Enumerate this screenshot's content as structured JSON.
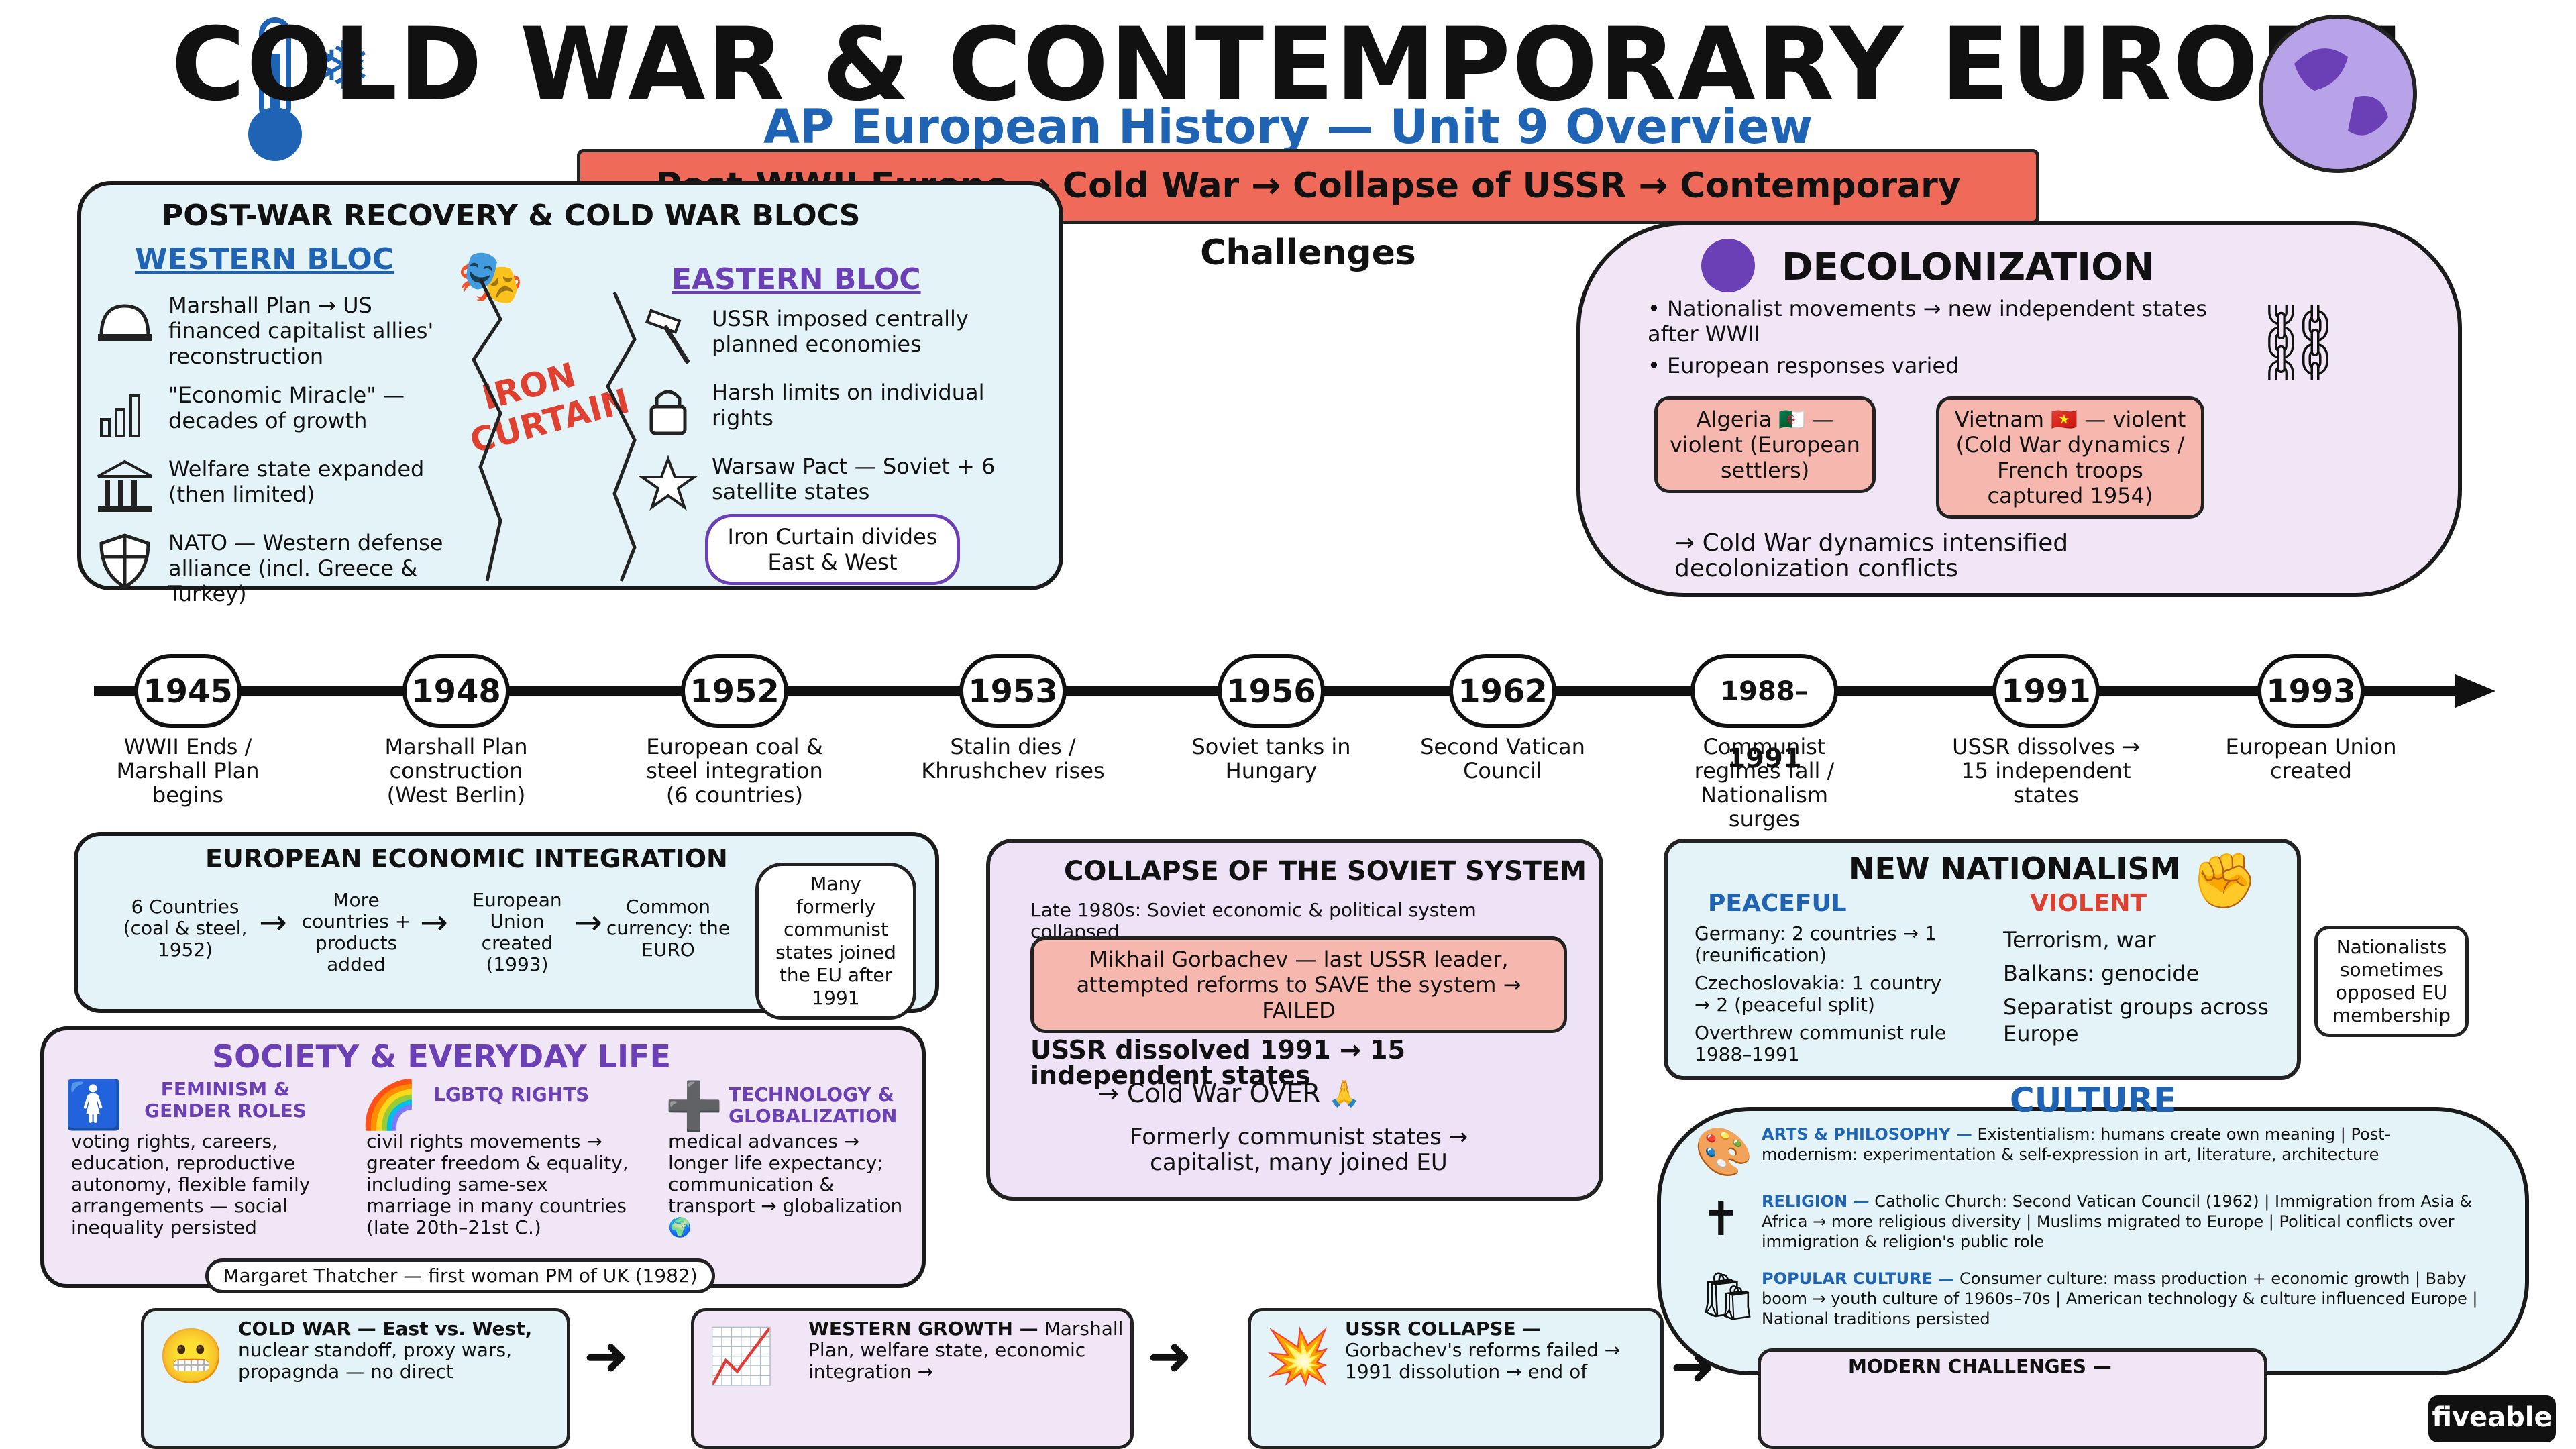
{
  "header": {
    "title": "COLD WAR & CONTEMPORARY EUROPE",
    "subtitle": "AP European History — Unit 9 Overview",
    "banner": "Post-WWII Europe → Cold War → Collapse of USSR → Contemporary Challenges"
  },
  "postwar": {
    "heading": "POST-WAR RECOVERY & COLD WAR BLOCS",
    "western_heading": "WESTERN BLOC",
    "eastern_heading": "EASTERN BLOC",
    "iron_curtain": "IRON CURTAIN",
    "western": [
      {
        "icon": "helmet-icon",
        "text": "Marshall Plan → US financed capitalist allies' reconstruction"
      },
      {
        "icon": "bar-chart-icon",
        "text": "\"Economic Miracle\" — decades of growth"
      },
      {
        "icon": "building-icon",
        "text": "Welfare state expanded (then limited)"
      },
      {
        "icon": "shield-icon",
        "text": "NATO — Western defense alliance (incl. Greece & Turkey)"
      }
    ],
    "eastern": [
      {
        "icon": "hammer-icon",
        "text": "USSR imposed centrally planned economies"
      },
      {
        "icon": "lock-icon",
        "text": "Harsh limits on individual rights"
      },
      {
        "icon": "star-icon",
        "text": "Warsaw Pact — Soviet + 6 satellite states"
      }
    ],
    "callout": "Iron Curtain divides East & West"
  },
  "decolonization": {
    "heading": "DECOLONIZATION",
    "bullets": [
      "Nationalist movements → new independent states after WWII",
      "European responses varied"
    ],
    "algeria": "Algeria 🇩🇿 — violent (European settlers)",
    "vietnam": "Vietnam 🇻🇳 — violent (Cold War dynamics / French troops captured 1954)",
    "footer": "→ Cold War dynamics intensified decolonization conflicts"
  },
  "timeline": [
    {
      "year": "1945",
      "label": "WWII Ends / Marshall Plan begins"
    },
    {
      "year": "1948",
      "label": "Marshall Plan construction (West Berlin)"
    },
    {
      "year": "1952",
      "label": "European coal & steel integration (6 countries)"
    },
    {
      "year": "1953",
      "label": "Stalin dies / Khrushchev rises"
    },
    {
      "year": "1956",
      "label": "Soviet tanks in Hungary"
    },
    {
      "year": "1962",
      "label": "Second Vatican Council"
    },
    {
      "year": "1988–1991",
      "label": "Communist regimes fall / Nationalism surges"
    },
    {
      "year": "1991",
      "label": "USSR dissolves → 15 independent states"
    },
    {
      "year": "1993",
      "label": "European Union created"
    }
  ],
  "econ": {
    "heading": "EUROPEAN ECONOMIC INTEGRATION",
    "steps": [
      "6 Countries (coal & steel, 1952)",
      "More countries + products added",
      "European Union created (1993)",
      "Common currency: the EURO"
    ],
    "note": "Many formerly communist states joined the EU after 1991"
  },
  "soviet": {
    "heading": "COLLAPSE OF THE SOVIET SYSTEM",
    "line1": "Late 1980s: Soviet economic & political system collapsed",
    "gorbachev": "Mikhail Gorbachev — last USSR leader, attempted reforms to SAVE the system → FAILED",
    "line2": "USSR dissolved 1991 → 15 independent states",
    "line3": "→ Cold War OVER 🙏",
    "line4": "Formerly communist states → capitalist, many joined EU"
  },
  "nationalism": {
    "heading": "NEW NATIONALISM",
    "peaceful_h": "PEACEFUL",
    "violent_h": "VIOLENT",
    "peaceful": [
      "Germany: 2 countries → 1 (reunification)",
      "Czechoslovakia: 1 country → 2 (peaceful split)",
      "Overthrew communist rule 1988–1991"
    ],
    "violent": [
      "Terrorism, war",
      "Balkans: genocide",
      "Separatist groups across Europe"
    ],
    "side": "Nationalists sometimes opposed EU membership"
  },
  "society": {
    "heading": "SOCIETY & EVERYDAY LIFE",
    "cols": [
      {
        "h": "FEMINISM & GENDER ROLES",
        "t": "voting rights, careers, education, reproductive autonomy, flexible family arrangements — social inequality persisted"
      },
      {
        "h": "LGBTQ RIGHTS",
        "t": "civil rights movements → greater freedom & equality, including same-sex marriage in many countries (late 20th–21st C.)"
      },
      {
        "h": "TECHNOLOGY & GLOBALIZATION",
        "t": "medical advances → longer life expectancy; communication & transport → globalization 🌍"
      }
    ],
    "thatcher": "Margaret Thatcher — first woman PM of UK (1982)"
  },
  "culture": {
    "heading": "CULTURE",
    "arts_h": "ARTS & PHILOSOPHY —",
    "arts": "Existentialism: humans create own meaning | Post-modernism: experimentation & self-expression in art, literature, architecture",
    "religion_h": "RELIGION —",
    "religion": "Catholic Church: Second Vatican Council (1962) | Immigration from Asia & Africa → more religious diversity | Muslims migrated to Europe | Political conflicts over immigration & religion's public role",
    "pop_h": "POPULAR CULTURE —",
    "pop": "Consumer culture: mass production + economic growth | Baby boom → youth culture of 1960s–70s | American technology & culture influenced Europe | National traditions persisted"
  },
  "bottom": [
    {
      "h": "COLD WAR — East vs. West,",
      "t": "nuclear standoff, proxy wars, propagnda — no direct"
    },
    {
      "h": "WESTERN GROWTH —",
      "t": "Marshall Plan, welfare state, economic integration →"
    },
    {
      "h": "USSR COLLAPSE —",
      "t": "Gorbachev's reforms failed → 1991 dissolution → end of"
    },
    {
      "h": "MODERN CHALLENGES —",
      "t": ""
    }
  ],
  "brand": "fiveable",
  "colors": {
    "accent_blue": "#1f64b4",
    "purple": "#6b3fb5",
    "red": "#e0402f",
    "blue_bg": "#e4f3f7",
    "purple_bg": "#f0e6f6"
  }
}
